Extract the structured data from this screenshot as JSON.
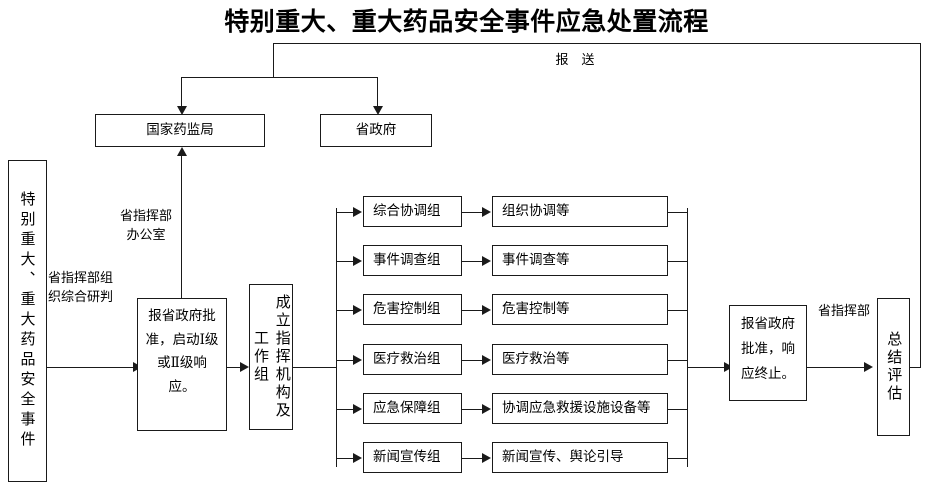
{
  "title": "特别重大、重大药品安全事件应急处置流程",
  "nodes": {
    "source_event": "特别重大、重大药品安全事件",
    "national_mpa": "国家药监局",
    "provincial_gov": "省政府",
    "report_start": "报省政府批准，启动Ⅰ级或Ⅱ级响应。",
    "establish_org": "成立指挥机构及工作组",
    "report_end": "报省政府批准，响应终止。",
    "summary_eval": "总结评估"
  },
  "edge_labels": {
    "report_up": "报　送",
    "hq_office": "省指挥部\n办公室",
    "hq_research": "省指挥部组\n织综合研判",
    "hq_right": "省指挥部"
  },
  "groups": [
    {
      "name": "综合协调组",
      "action": "组织协调等"
    },
    {
      "name": "事件调查组",
      "action": "事件调查等"
    },
    {
      "name": "危害控制组",
      "action": "危害控制等"
    },
    {
      "name": "医疗救治组",
      "action": "医疗救治等"
    },
    {
      "name": "应急保障组",
      "action": "协调应急救援设施设备等"
    },
    {
      "name": "新闻宣传组",
      "action": "新闻宣传、舆论引导"
    }
  ],
  "colors": {
    "line": "#1a1a1a",
    "background": "#ffffff",
    "text": "#000000"
  }
}
